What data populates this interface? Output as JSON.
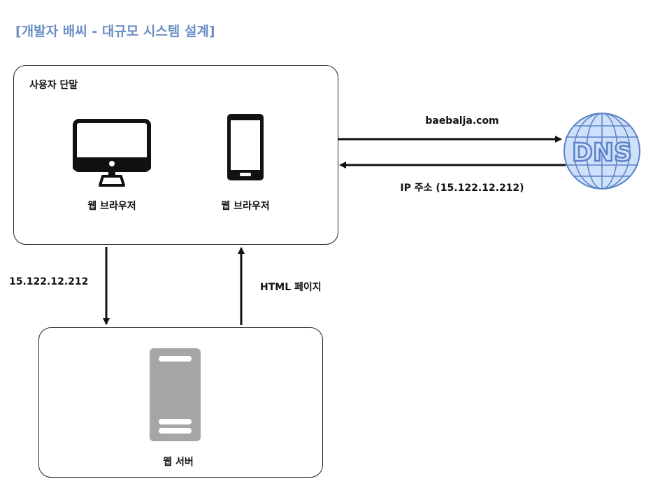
{
  "title": "[개발자 배씨 - 대규모 시스템 설계]",
  "colors": {
    "title": "#6b8fc4",
    "stroke": "#111111",
    "server_body": "#a6a6a6",
    "dns_fill": "#cfe0fa",
    "dns_line": "#5b82c6"
  },
  "client_box": {
    "label": "사용자 단말",
    "devices": [
      {
        "icon": "desktop-monitor-icon",
        "label": "웹 브라우저"
      },
      {
        "icon": "smartphone-icon",
        "label": "웹 브라우저"
      }
    ]
  },
  "dns": {
    "icon": "dns-globe-icon",
    "text": "DNS"
  },
  "server_box": {
    "icon": "server-icon",
    "label": "웹 서버"
  },
  "edges": {
    "to_dns": "baebalja.com",
    "from_dns": "IP 주소 (15.122.12.212)",
    "to_server": "15.122.12.212",
    "from_server": "HTML 페이지"
  }
}
